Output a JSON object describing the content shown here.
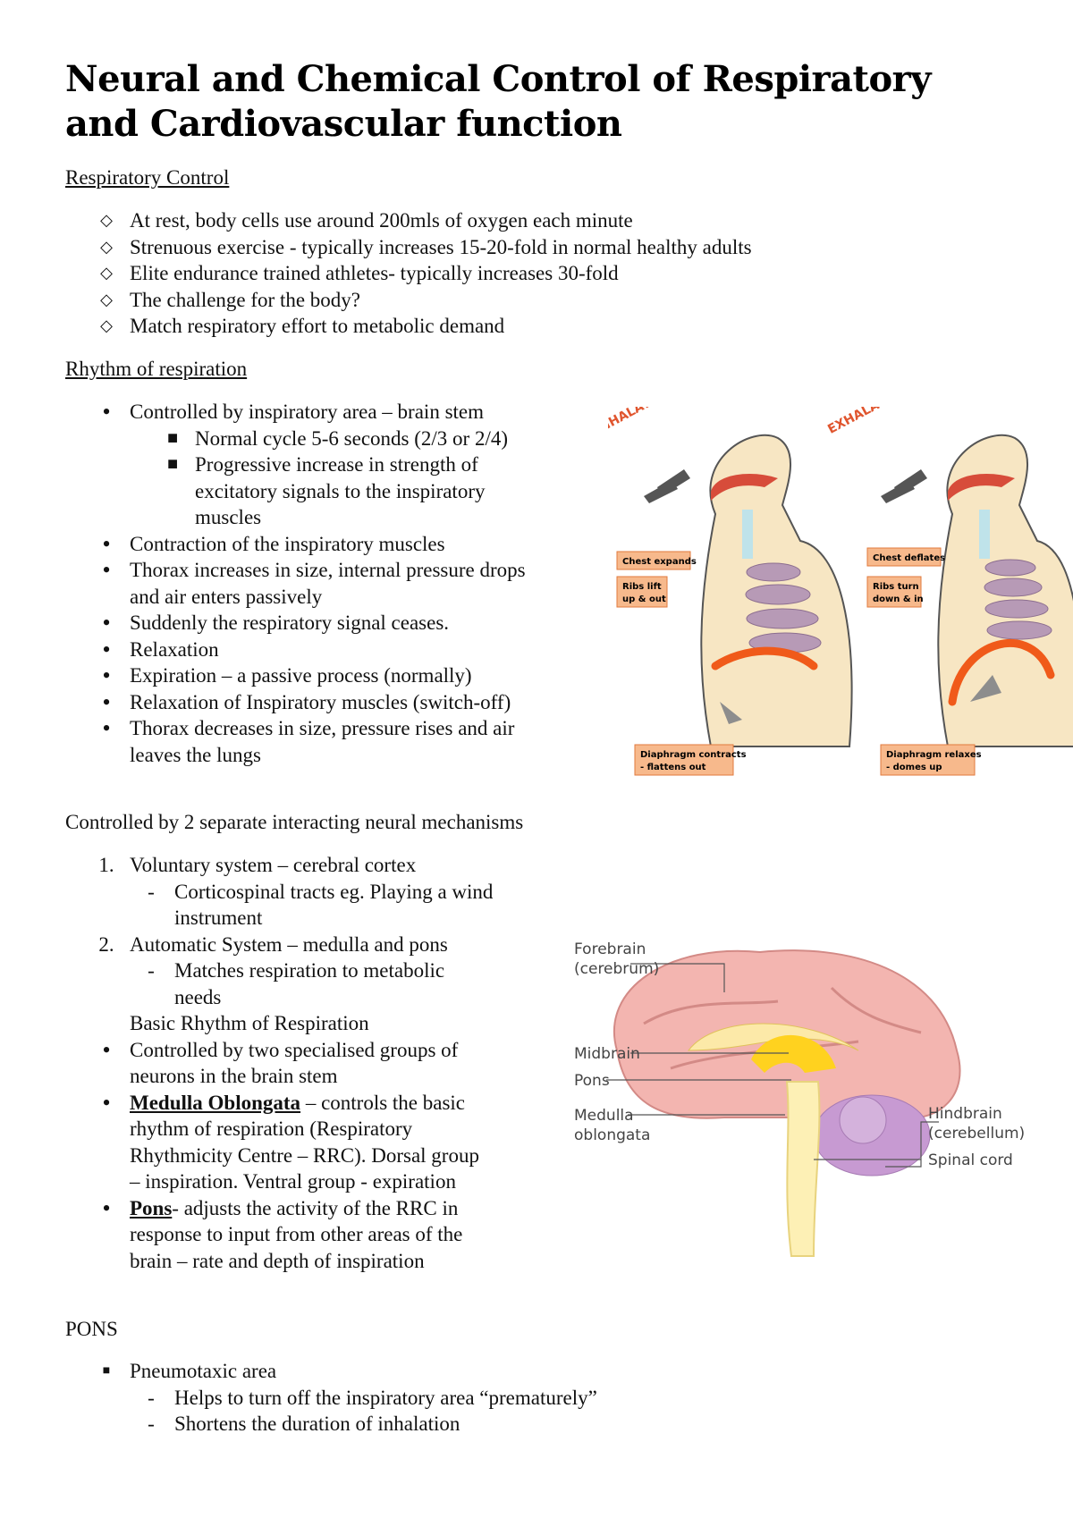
{
  "title": "Neural and Chemical Control of Respiratory and Cardiovascular function",
  "respiratory_control": {
    "heading": "Respiratory Control",
    "items": [
      "At rest, body cells use around 200mls of oxygen each minute",
      "Strenuous exercise - typically increases 15-20-fold in normal healthy adults",
      "Elite endurance trained athletes- typically increases 30-fold",
      "The challenge for the body?",
      "Match respiratory effort to metabolic demand"
    ]
  },
  "rhythm": {
    "heading": "Rhythm of respiration",
    "item1": "Controlled by inspiratory area – brain stem",
    "sub1": "Normal cycle 5-6 seconds (2/3 or 2/4)",
    "sub2a": "Progressive increase in strength of",
    "sub2b": "excitatory signals to the inspiratory",
    "sub2c": "muscles",
    "item2": "Contraction of the inspiratory muscles",
    "item3a": "Thorax increases in size, internal pressure drops",
    "item3b": "and air enters passively",
    "item4": "Suddenly the respiratory signal ceases.",
    "item5": "Relaxation",
    "item6": "Expiration – a passive process (normally)",
    "item7": "Relaxation of Inspiratory muscles (switch-off)",
    "item8a": "Thorax decreases in size, pressure rises and air",
    "item8b": "leaves the lungs"
  },
  "breathing_figure": {
    "inhalation": "INHALATION",
    "exhalation": "EXHALATION",
    "chest_expands": "Chest expands",
    "ribs_lift_1": "Ribs lift",
    "ribs_lift_2": "up & out",
    "diaphragm_contracts_1": "Diaphragm contracts",
    "diaphragm_contracts_2": "- flattens out",
    "chest_deflates": "Chest deflates",
    "ribs_turn_1": "Ribs turn",
    "ribs_turn_2": "down & in",
    "diaphragm_relaxes_1": "Diaphragm relaxes",
    "diaphragm_relaxes_2": "- domes up"
  },
  "neural": {
    "intro": "Controlled by 2 separate interacting neural mechanisms",
    "n1_num": "1.",
    "n1": "Voluntary system – cerebral cortex",
    "n1_sub_a": "Corticospinal tracts eg. Playing a wind",
    "n1_sub_b": "instrument",
    "n2_num": "2.",
    "n2": "Automatic System – medulla and pons",
    "n2_sub_a": "Matches respiration to metabolic",
    "n2_sub_b": "needs",
    "basic": "Basic Rhythm of Respiration",
    "b1a": "Controlled by two specialised groups of",
    "b1b": "neurons in the brain stem",
    "b2_bold": "Medulla Oblongata",
    "b2a": " – controls the basic",
    "b2b": "rhythm of respiration (Respiratory",
    "b2c": "Rhythmicity Centre – RRC). Dorsal group",
    "b2d": "– inspiration. Ventral group - expiration",
    "b3_bold": "Pons",
    "b3a": "- adjusts the activity of the RRC in",
    "b3b": "response to input from other areas of the",
    "b3c": "brain – rate and depth of inspiration"
  },
  "brain_figure": {
    "forebrain_1": "Forebrain",
    "forebrain_2": "(cerebrum)",
    "midbrain": "Midbrain",
    "pons": "Pons",
    "medulla_1": "Medulla",
    "medulla_2": "oblongata",
    "hindbrain_1": "Hindbrain",
    "hindbrain_2": "(cerebellum)",
    "spinal_cord": "Spinal cord"
  },
  "pons_section": {
    "heading": "PONS",
    "item": "Pneumotaxic area",
    "sub1": "Helps to turn off the inspiratory area “prematurely”",
    "sub2": "Shortens the duration of inhalation"
  }
}
